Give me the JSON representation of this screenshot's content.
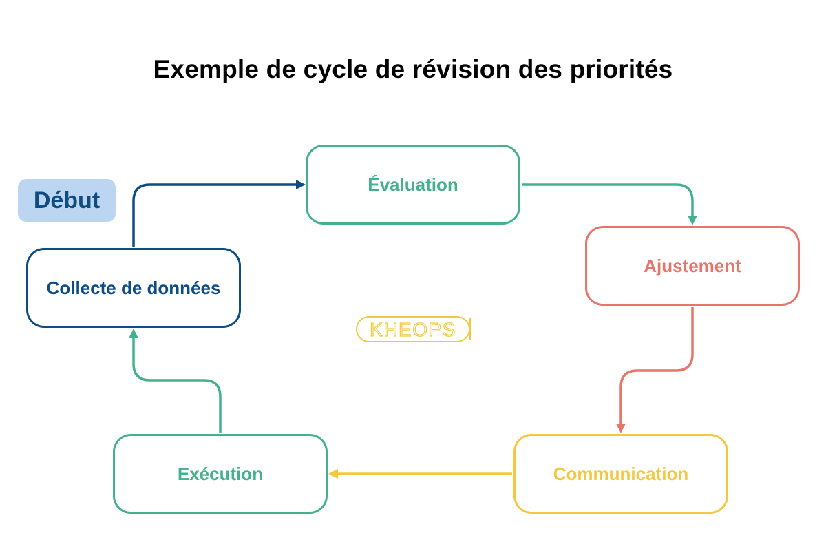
{
  "title": "Exemple de cycle de révision des priorités",
  "start_label": "Début",
  "nodes": {
    "evaluation": "Évaluation",
    "ajustement": "Ajustement",
    "communication": "Communication",
    "execution": "Exécution",
    "collecte": "Collecte de données"
  },
  "logo_text": "KHEOPS",
  "colors": {
    "navy": "#0f4c81",
    "green": "#45b08c",
    "coral": "#e8756c",
    "yellow": "#f2c840",
    "badge_bg": "#bcd5f0"
  },
  "icons": {
    "logo": "kheops-logo-icon"
  }
}
